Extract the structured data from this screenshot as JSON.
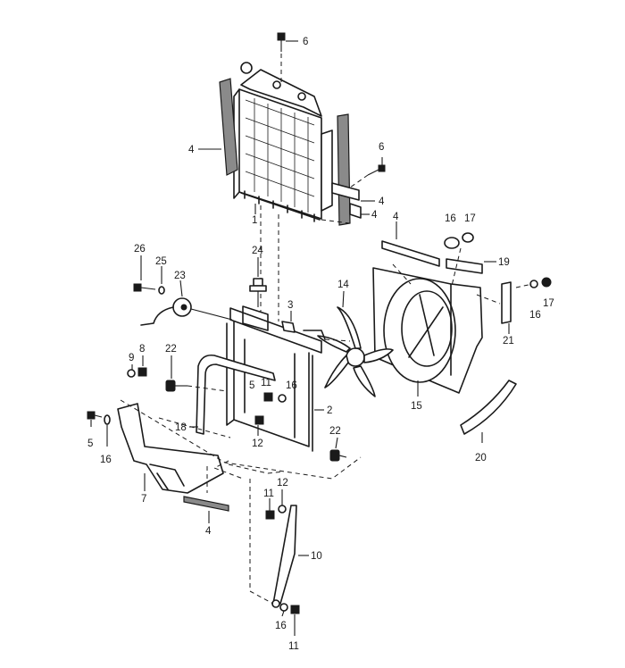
{
  "diagram": {
    "callouts": [
      {
        "id": "c6a",
        "label": "6"
      },
      {
        "id": "c4a",
        "label": "4"
      },
      {
        "id": "c6b",
        "label": "6"
      },
      {
        "id": "c4b",
        "label": "4"
      },
      {
        "id": "c4c",
        "label": "4"
      },
      {
        "id": "c1",
        "label": "1"
      },
      {
        "id": "c4d",
        "label": "4"
      },
      {
        "id": "c16a",
        "label": "16"
      },
      {
        "id": "c17a",
        "label": "17"
      },
      {
        "id": "c19",
        "label": "19"
      },
      {
        "id": "c26",
        "label": "26"
      },
      {
        "id": "c25",
        "label": "25"
      },
      {
        "id": "c24",
        "label": "24"
      },
      {
        "id": "c23",
        "label": "23"
      },
      {
        "id": "c14",
        "label": "14"
      },
      {
        "id": "c3",
        "label": "3"
      },
      {
        "id": "c17b",
        "label": "17"
      },
      {
        "id": "c16b",
        "label": "16"
      },
      {
        "id": "c21",
        "label": "21"
      },
      {
        "id": "c22a",
        "label": "22"
      },
      {
        "id": "c8",
        "label": "8"
      },
      {
        "id": "c9",
        "label": "9"
      },
      {
        "id": "c5a",
        "label": "5"
      },
      {
        "id": "c11a",
        "label": "11"
      },
      {
        "id": "c16c",
        "label": "16"
      },
      {
        "id": "c2",
        "label": "2"
      },
      {
        "id": "c15",
        "label": "15"
      },
      {
        "id": "c18",
        "label": "18"
      },
      {
        "id": "c12a",
        "label": "12"
      },
      {
        "id": "c22b",
        "label": "22"
      },
      {
        "id": "c5b",
        "label": "5"
      },
      {
        "id": "c16d",
        "label": "16"
      },
      {
        "id": "c20",
        "label": "20"
      },
      {
        "id": "c7",
        "label": "7"
      },
      {
        "id": "c11b",
        "label": "11"
      },
      {
        "id": "c12b",
        "label": "12"
      },
      {
        "id": "c4e",
        "label": "4"
      },
      {
        "id": "c10",
        "label": "10"
      },
      {
        "id": "c16e",
        "label": "16"
      },
      {
        "id": "c11c",
        "label": "11"
      }
    ]
  }
}
